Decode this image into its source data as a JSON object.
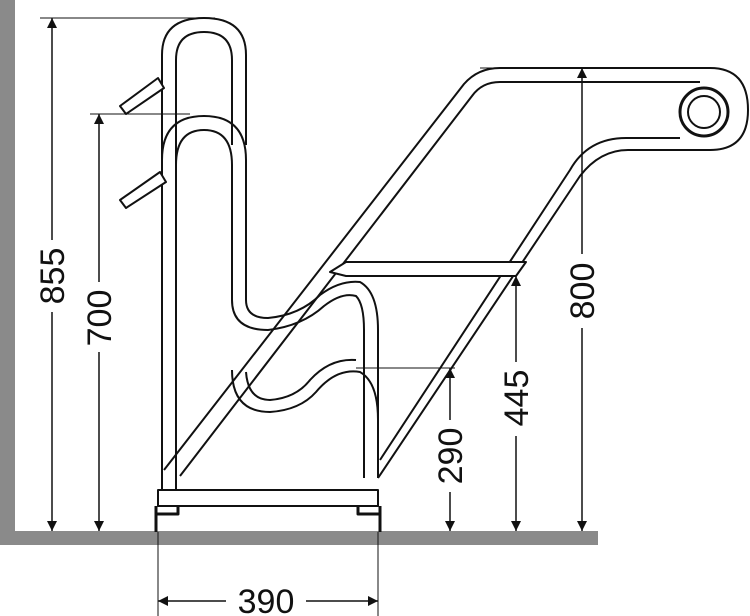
{
  "dimensions": {
    "overall_height": "855",
    "handrail_height": "700",
    "top_step_height": "800",
    "middle_step_height": "445",
    "bottom_step_height": "290",
    "base_width": "390"
  }
}
